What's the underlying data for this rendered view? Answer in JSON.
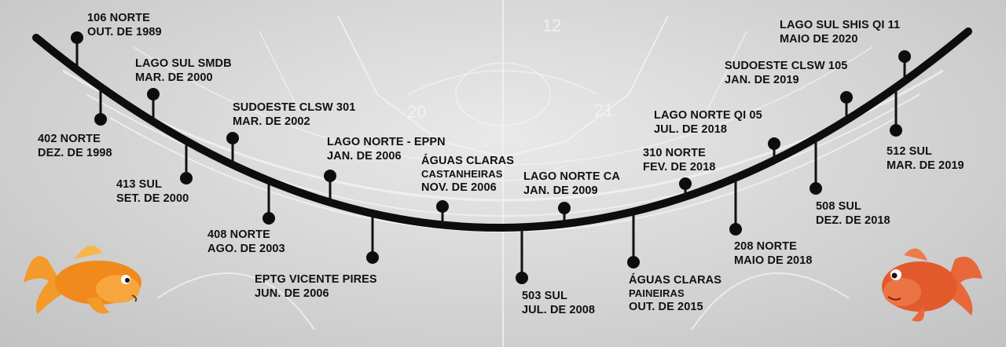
{
  "timeline": [
    {
      "lines": [
        "106 NORTE",
        "OUT. DE 1989"
      ]
    },
    {
      "lines": [
        "402  NORTE",
        "DEZ. DE 1998"
      ]
    },
    {
      "lines": [
        "LAGO SUL SMDB",
        "MAR. DE 2000"
      ]
    },
    {
      "lines": [
        "413 SUL",
        "SET. DE 2000"
      ]
    },
    {
      "lines": [
        "SUDOESTE CLSW 301",
        "MAR. DE 2002"
      ]
    },
    {
      "lines": [
        "408 NORTE",
        "AGO. DE 2003"
      ]
    },
    {
      "lines": [
        "LAGO NORTE - EPPN",
        "JAN. DE 2006"
      ]
    },
    {
      "lines": [
        "EPTG VICENTE PIRES",
        "JUN. DE 2006"
      ]
    },
    {
      "lines": [
        "ÁGUAS CLARAS",
        "CASTANHEIRAS",
        "NOV. DE 2006"
      ]
    },
    {
      "lines": [
        "503 SUL",
        "JUL. DE 2008"
      ]
    },
    {
      "lines": [
        "LAGO NORTE CA",
        "JAN. DE 2009"
      ]
    },
    {
      "lines": [
        "ÁGUAS CLARAS",
        "PAINEIRAS",
        "OUT. DE 2015"
      ]
    },
    {
      "lines": [
        "310 NORTE",
        "FEV. DE 2018"
      ]
    },
    {
      "lines": [
        "208 NORTE",
        "MAIO DE 2018"
      ]
    },
    {
      "lines": [
        "LAGO NORTE QI 05",
        "JUL. DE 2018"
      ]
    },
    {
      "lines": [
        "508 SUL",
        "DEZ. DE 2018"
      ]
    },
    {
      "lines": [
        "SUDOESTE CLSW 105",
        "JAN. DE 2019"
      ]
    },
    {
      "lines": [
        "512 SUL",
        "MAR. DE 2019"
      ]
    },
    {
      "lines": [
        "LAGO SUL SHIS QI 11",
        "MAIO DE 2020"
      ]
    }
  ],
  "background_map_numbers": [
    "12",
    "20",
    "21"
  ],
  "colors": {
    "line": "#0d0d0d",
    "fish_left": "#f08a1c",
    "fish_right": "#e25a2c"
  }
}
